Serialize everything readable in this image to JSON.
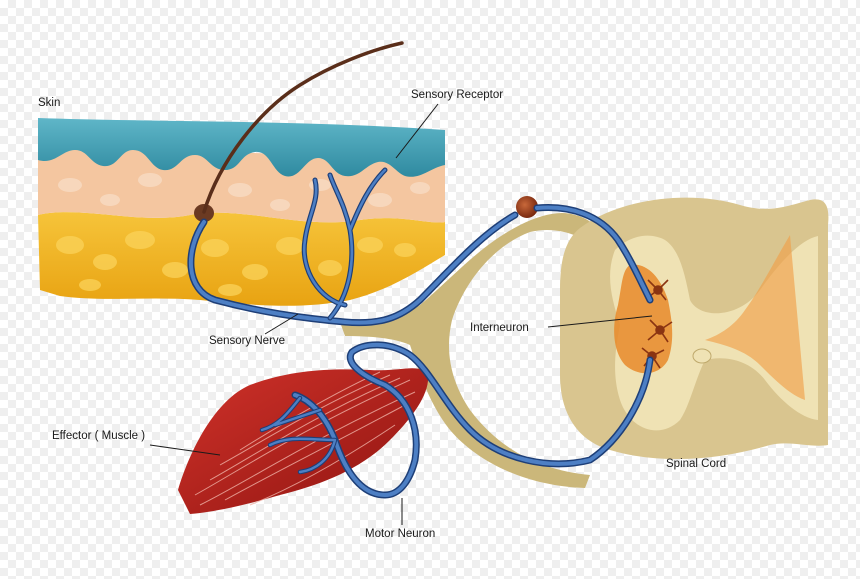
{
  "labels": {
    "skin": "Skin",
    "sensory_receptor": "Sensory Receptor",
    "sensory_nerve": "Sensory Nerve",
    "interneuron": "Interneuron",
    "effector": "Effector ( Muscle )",
    "motor_neuron": "Motor Neuron",
    "spinal_cord": "Spinal Cord"
  },
  "colors": {
    "nerve": "#3f6fb5",
    "nerve_outline": "#1e3f78",
    "spinal_cord": "#d9c58f",
    "gray_matter": "#efe2b4",
    "nerve_sheath": "#cbb77a",
    "muscle": "#b3201c",
    "epidermis": "#3f9fb3",
    "dermis": "#f2c39a",
    "fat": "#f2b51e",
    "interneuron_region": "#e88a2a"
  }
}
